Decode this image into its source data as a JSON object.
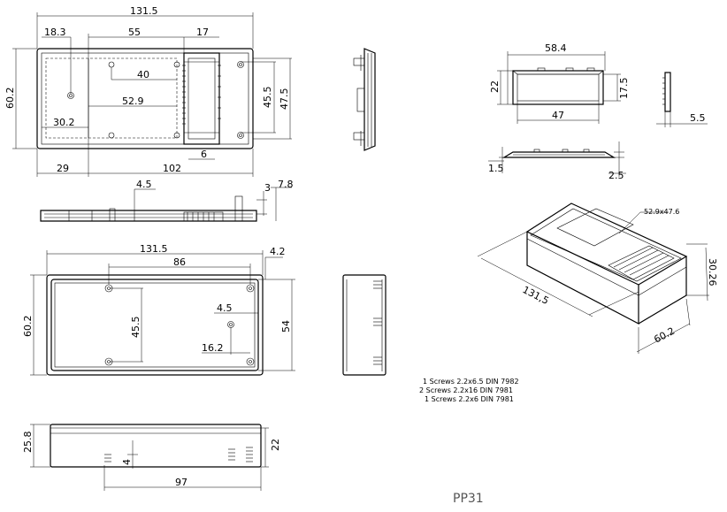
{
  "dims": {
    "top_width": "131.5",
    "top_height": "60.2",
    "top_18_3": "18.3",
    "top_55": "55",
    "top_17": "17",
    "top_40": "40",
    "top_52_9": "52.9",
    "top_30_2": "30.2",
    "top_29": "29",
    "top_102": "102",
    "top_6": "6",
    "top_45_5": "45.5",
    "top_47_5": "47.5",
    "side_4_5": "4.5",
    "side_3": "3",
    "side_7_8": "7.8",
    "bot_width": "131.5",
    "bot_86": "86",
    "bot_4_2": "4.2",
    "bot_height": "60.2",
    "bot_45_5": "45.5",
    "bot_4_5": "4.5",
    "bot_54": "54",
    "bot_16_2": "16.2",
    "low_25_8": "25.8",
    "low_4": "4",
    "low_22": "22",
    "low_97": "97",
    "lid_58_4": "58.4",
    "lid_22": "22",
    "lid_17_5": "17.5",
    "lid_47": "47",
    "lid_5_5": "5.5",
    "lid_1_5": "1.5",
    "lid_2_5": "2.5",
    "iso_52_9x47_6": "52.9x47.6",
    "iso_131_5": "131,5",
    "iso_60_2": "60.2",
    "iso_30_26": "30.26"
  },
  "notes": [
    "1 Screws 2.2x6.5  DIN 7982",
    "2 Screws 2.2x16  DIN 7981",
    "1 Screws 2.2x6   DIN 7981"
  ],
  "model": "PP31"
}
